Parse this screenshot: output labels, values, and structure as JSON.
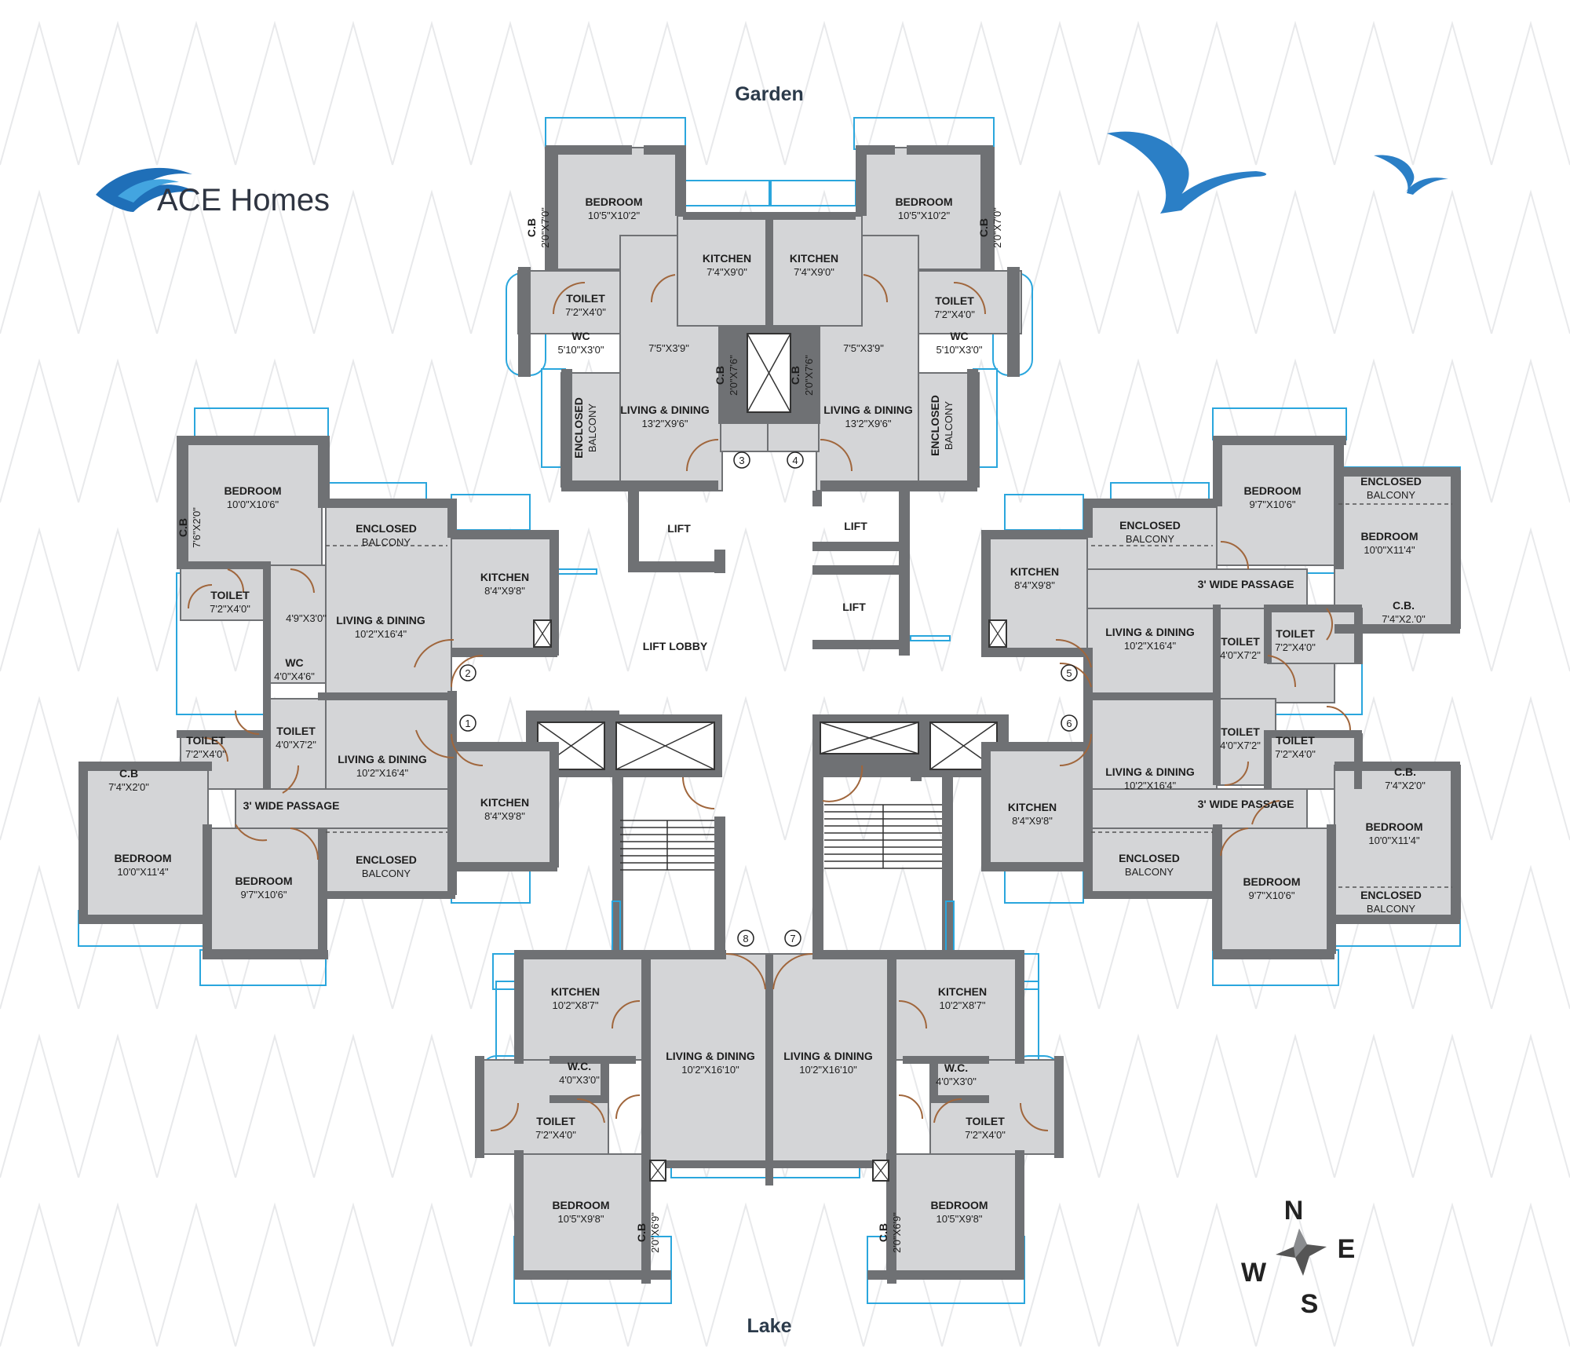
{
  "brand": {
    "name": "ACE Homes",
    "logo_icon": "wave-logo-icon"
  },
  "orientation": {
    "top": "Garden",
    "bottom": "Lake"
  },
  "compass": {
    "north": "N",
    "south": "S",
    "east": "E",
    "west": "W"
  },
  "colors": {
    "room_fill": "#d4d5d7",
    "wall": "#6f7174",
    "outline": "#2aa6dd",
    "door": "#a0663c",
    "bird": "#2b7fc6"
  },
  "common": {
    "lift": "LIFT",
    "lift_lobby": "LIFT LOBBY"
  },
  "flat_numbers": [
    "1",
    "2",
    "3",
    "4",
    "5",
    "6",
    "7",
    "8"
  ],
  "rooms": [
    {
      "id": "n1-bed",
      "name": "BEDROOM",
      "dim": "10'5\"X10'2\""
    },
    {
      "id": "n1-cb",
      "name": "C.B",
      "dim": "2'0\"X7'0\""
    },
    {
      "id": "n1-kit",
      "name": "KITCHEN",
      "dim": "7'4\"X9'0\""
    },
    {
      "id": "n1-toi",
      "name": "TOILET",
      "dim": "7'2\"X4'0\""
    },
    {
      "id": "n1-wc",
      "name": "WC",
      "dim": "5'10\"X3'0\""
    },
    {
      "id": "n1-pas",
      "name": "",
      "dim": "7'5\"X3'9\""
    },
    {
      "id": "n1-ld",
      "name": "LIVING & DINING",
      "dim": "13'2\"X9'6\""
    },
    {
      "id": "n1-eb",
      "name": "ENCLOSED",
      "dim": "BALCONY"
    },
    {
      "id": "n1-cb2",
      "name": "C.B",
      "dim": "2'0\"X7'6\""
    },
    {
      "id": "n2-bed",
      "name": "BEDROOM",
      "dim": "10'5\"X10'2\""
    },
    {
      "id": "n2-cb",
      "name": "C.B",
      "dim": "2'0\"X7'0\""
    },
    {
      "id": "n2-kit",
      "name": "KITCHEN",
      "dim": "7'4\"X9'0\""
    },
    {
      "id": "n2-toi",
      "name": "TOILET",
      "dim": "7'2\"X4'0\""
    },
    {
      "id": "n2-wc",
      "name": "WC",
      "dim": "5'10\"X3'0\""
    },
    {
      "id": "n2-pas",
      "name": "",
      "dim": "7'5\"X3'9\""
    },
    {
      "id": "n2-ld",
      "name": "LIVING & DINING",
      "dim": "13'2\"X9'6\""
    },
    {
      "id": "n2-eb",
      "name": "ENCLOSED",
      "dim": "BALCONY"
    },
    {
      "id": "n2-cb2",
      "name": "C.B",
      "dim": "2'0\"X7'6\""
    },
    {
      "id": "w1-bed",
      "name": "BEDROOM",
      "dim": "10'0\"X10'6\""
    },
    {
      "id": "w1-cb",
      "name": "C.B",
      "dim": "7'6\"X2'0\""
    },
    {
      "id": "w1-toi",
      "name": "TOILET",
      "dim": "7'2\"X4'0\""
    },
    {
      "id": "w1-pas",
      "name": "",
      "dim": "4'9\"X3'0\""
    },
    {
      "id": "w1-wc",
      "name": "WC",
      "dim": "4'0\"X4'6\""
    },
    {
      "id": "w1-eb",
      "name": "ENCLOSED",
      "dim": "BALCONY"
    },
    {
      "id": "w1-ld",
      "name": "LIVING & DINING",
      "dim": "10'2\"X16'4\""
    },
    {
      "id": "w1-kit",
      "name": "KITCHEN",
      "dim": "8'4\"X9'8\""
    },
    {
      "id": "w2-toiA",
      "name": "TOILET",
      "dim": "7'2\"X4'0\""
    },
    {
      "id": "w2-toiB",
      "name": "TOILET",
      "dim": "4'0\"X7'2\""
    },
    {
      "id": "w2-ld",
      "name": "LIVING & DINING",
      "dim": "10'2\"X16'4\""
    },
    {
      "id": "w2-cb",
      "name": "C.B",
      "dim": "7'4\"X2'0\""
    },
    {
      "id": "w2-pas",
      "name": "3' WIDE PASSAGE",
      "dim": ""
    },
    {
      "id": "w2-kit",
      "name": "KITCHEN",
      "dim": "8'4\"X9'8\""
    },
    {
      "id": "w2-bed1",
      "name": "BEDROOM",
      "dim": "10'0\"X11'4\""
    },
    {
      "id": "w2-bed2",
      "name": "BEDROOM",
      "dim": "9'7\"X10'6\""
    },
    {
      "id": "w2-eb",
      "name": "ENCLOSED",
      "dim": "BALCONY"
    },
    {
      "id": "e1-bed1",
      "name": "BEDROOM",
      "dim": "9'7\"X10'6\""
    },
    {
      "id": "e1-eb2",
      "name": "ENCLOSED",
      "dim": "BALCONY"
    },
    {
      "id": "e1-bed2",
      "name": "BEDROOM",
      "dim": "10'0\"X11'4\""
    },
    {
      "id": "e1-eb",
      "name": "ENCLOSED",
      "dim": "BALCONY"
    },
    {
      "id": "e1-kit",
      "name": "KITCHEN",
      "dim": "8'4\"X9'8\""
    },
    {
      "id": "e1-pas",
      "name": "3' WIDE PASSAGE",
      "dim": ""
    },
    {
      "id": "e1-ld",
      "name": "LIVING & DINING",
      "dim": "10'2\"X16'4\""
    },
    {
      "id": "e1-toiB",
      "name": "TOILET",
      "dim": "4'0\"X7'2\""
    },
    {
      "id": "e1-toiA",
      "name": "TOILET",
      "dim": "7'2\"X4'0\""
    },
    {
      "id": "e1-cb",
      "name": "C.B.",
      "dim": "7'4\"X2.'0\""
    },
    {
      "id": "e2-toiB",
      "name": "TOILET",
      "dim": "4'0\"X7'2\""
    },
    {
      "id": "e2-toiA",
      "name": "TOILET",
      "dim": "7'2\"X4'0\""
    },
    {
      "id": "e2-ld",
      "name": "LIVING & DINING",
      "dim": "10'2\"X16'4\""
    },
    {
      "id": "e2-cb",
      "name": "C.B.",
      "dim": "7'4\"X2'0\""
    },
    {
      "id": "e2-kit",
      "name": "KITCHEN",
      "dim": "8'4\"X9'8\""
    },
    {
      "id": "e2-pas",
      "name": "3' WIDE PASSAGE",
      "dim": ""
    },
    {
      "id": "e2-bed1",
      "name": "BEDROOM",
      "dim": "10'0\"X11'4\""
    },
    {
      "id": "e2-eb",
      "name": "ENCLOSED",
      "dim": "BALCONY"
    },
    {
      "id": "e2-bed2",
      "name": "BEDROOM",
      "dim": "9'7\"X10'6\""
    },
    {
      "id": "e2-eb2",
      "name": "ENCLOSED",
      "dim": "BALCONY"
    },
    {
      "id": "s1-kit",
      "name": "KITCHEN",
      "dim": "10'2\"X8'7\""
    },
    {
      "id": "s1-ld",
      "name": "LIVING & DINING",
      "dim": "10'2\"X16'10\""
    },
    {
      "id": "s1-wc",
      "name": "W.C.",
      "dim": "4'0\"X3'0\""
    },
    {
      "id": "s1-toi",
      "name": "TOILET",
      "dim": "7'2\"X4'0\""
    },
    {
      "id": "s1-bed",
      "name": "BEDROOM",
      "dim": "10'5\"X9'8\""
    },
    {
      "id": "s1-cb",
      "name": "C.B",
      "dim": "2'0\"X6'9\""
    },
    {
      "id": "s2-kit",
      "name": "KITCHEN",
      "dim": "10'2\"X8'7\""
    },
    {
      "id": "s2-ld",
      "name": "LIVING & DINING",
      "dim": "10'2\"X16'10\""
    },
    {
      "id": "s2-wc",
      "name": "W.C.",
      "dim": "4'0\"X3'0\""
    },
    {
      "id": "s2-toi",
      "name": "TOILET",
      "dim": "7'2\"X4'0\""
    },
    {
      "id": "s2-bed",
      "name": "BEDROOM",
      "dim": "10'5\"X9'8\""
    },
    {
      "id": "s2-cb",
      "name": "C.B",
      "dim": "2'0\"X6'9\""
    }
  ]
}
